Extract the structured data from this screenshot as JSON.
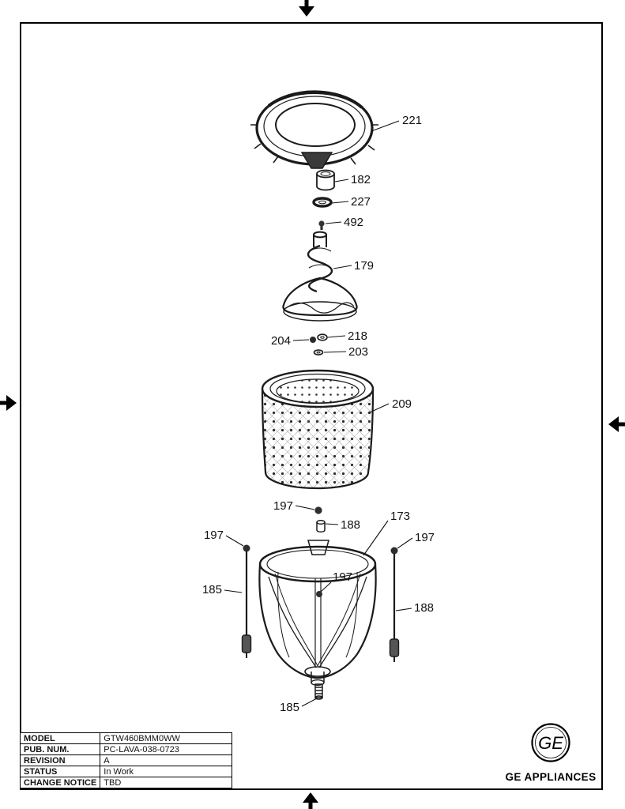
{
  "colors": {
    "ink": "#111111",
    "paper": "#ffffff"
  },
  "callouts": [
    {
      "label": "221"
    },
    {
      "label": "182"
    },
    {
      "label": "227"
    },
    {
      "label": "492"
    },
    {
      "label": "179"
    },
    {
      "label": "218"
    },
    {
      "label": "204"
    },
    {
      "label": "203"
    },
    {
      "label": "209"
    },
    {
      "label": "197"
    },
    {
      "label": "188"
    },
    {
      "label": "173"
    },
    {
      "label": "197"
    },
    {
      "label": "197"
    },
    {
      "label": "185"
    },
    {
      "label": "197"
    },
    {
      "label": "188"
    },
    {
      "label": "185"
    }
  ],
  "title_block": {
    "rows": [
      {
        "label": "MODEL",
        "value": "GTW460BMM0WW"
      },
      {
        "label": "PUB. NUM.",
        "value": "PC-LAVA-038-0723"
      },
      {
        "label": "REVISION",
        "value": "A"
      },
      {
        "label": "STATUS",
        "value": "In Work"
      },
      {
        "label": "CHANGE NOTICE",
        "value": "TBD"
      }
    ]
  },
  "logo": {
    "monogram": "GE",
    "brand": "GE APPLIANCES"
  }
}
